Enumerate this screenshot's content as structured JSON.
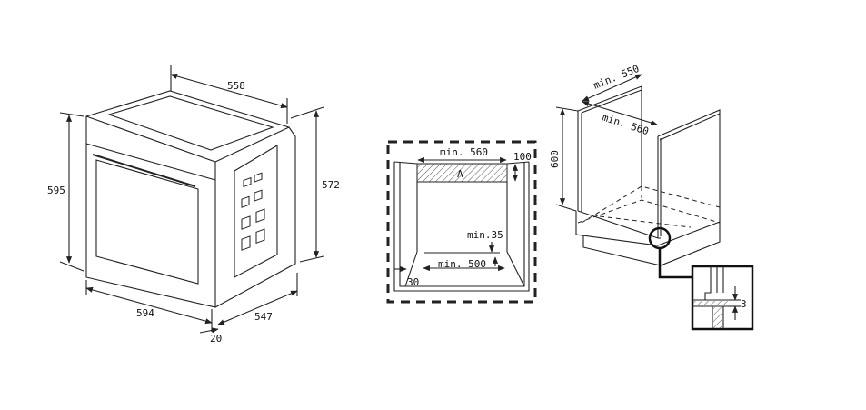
{
  "oven": {
    "width_top": "558",
    "height_front": "595",
    "height_side": "572",
    "width_front": "594",
    "depth": "547",
    "door_offset": "20"
  },
  "niche": {
    "min_width": "min. 560",
    "top_gap": "100",
    "area_label": "A",
    "min_gap": "min.35",
    "min_bottom": "min. 500",
    "side_gap": "30"
  },
  "cabinet": {
    "min_depth": "min. 550",
    "min_width": "min. 560",
    "height": "600",
    "detail_gap": "3"
  }
}
